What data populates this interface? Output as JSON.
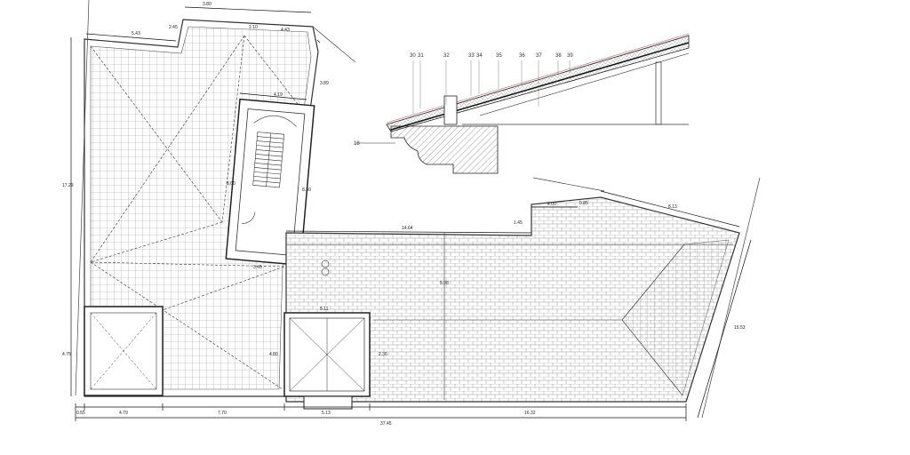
{
  "drawing": {
    "type": "roof plan with eave section detail",
    "plan_dimensions": {
      "top_notch_width": "3.80",
      "notch_depth": "2.45",
      "top_left": "5.43",
      "notch_right": "1.10",
      "top_right": "4.43",
      "right_top": "3.89",
      "left_total": "17.29",
      "stair_width": "4.19",
      "stair_depth": "8.60",
      "stair_side": "8.30",
      "stair_bottom": "3.45",
      "roof_length": "14.64",
      "step_width": "4.00",
      "step_small": "0.85",
      "step_height": "1.45",
      "diag_right": "8.13",
      "right_side": "15.53",
      "left_lower": "4.75",
      "left_base": "0.55",
      "bottom_1": "4.79",
      "bottom_2": "7.70",
      "bottom_3": "5.13",
      "bottom_4": "16.32",
      "bottom_total": "37.45",
      "lantern_width": "5.11",
      "lantern_side": "2.36",
      "mid_height": "4.80",
      "ridge_height": "5.98"
    },
    "section_labels": [
      "30",
      "31",
      "32",
      "33",
      "34",
      "35",
      "36",
      "37",
      "38",
      "39"
    ],
    "section_ref": "18"
  }
}
